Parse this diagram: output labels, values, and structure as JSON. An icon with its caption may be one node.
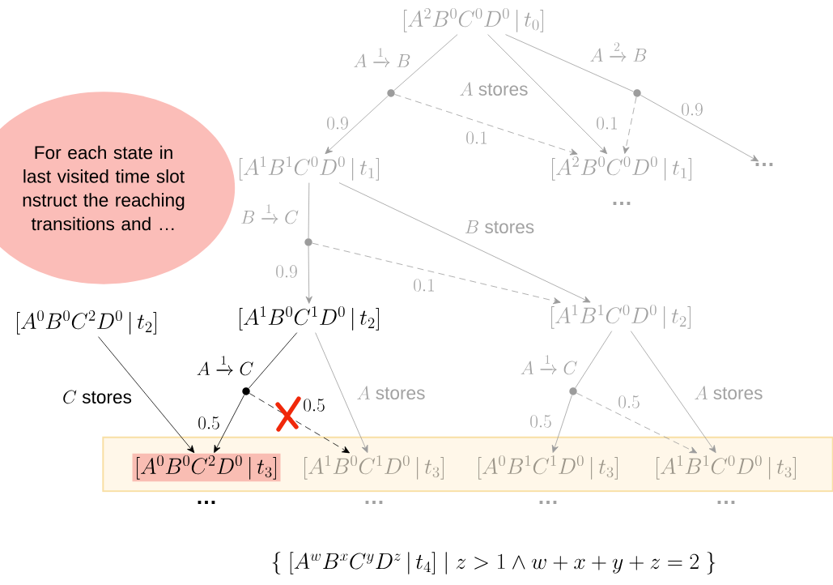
{
  "diagram": {
    "nodes": [
      {
        "text": [
          "For each state in last visited time slot nstruct the reaching transitions and …"
        ]
      },
      {
        "text": [
          "[A^2B^0C^0D^0\\,|\\,t_0]"
        ]
      },
      {
        "text": [],
        "shape": "circle"
      },
      {
        "text": [],
        "shape": "circle"
      },
      {
        "text": [
          "[A^1B^1C^0D^0\\,|\\,t_1]"
        ]
      },
      {
        "text": [
          "[A^2B^0C^0D^0\\,|\\,t_1]"
        ]
      },
      {
        "text": [
          "…"
        ]
      },
      {
        "text": [],
        "shape": "circle"
      },
      {
        "text": [
          "[A^0B^0C^2D^0\\,|\\,t_2]"
        ]
      },
      {
        "text": [
          "[A^1B^0C^1D^0\\,|\\,t_2]"
        ]
      },
      {
        "text": [
          "[A^1B^1C^0D^0\\,|\\,t_2]"
        ]
      },
      {
        "text": [],
        "shape": "circle"
      },
      {
        "text": [],
        "shape": "circle"
      },
      {
        "text": [],
        "shape": "box"
      },
      {
        "text": [
          "[A^0B^0C^2D^0\\,|\\,t_3]"
        ],
        "in": 13
      },
      {
        "text": [
          "[A^1B^0C^1D^0\\,|\\,t_3]"
        ],
        "in": 13
      },
      {
        "text": [
          "[A^0B^1C^1D^0\\,|\\,t_3]"
        ],
        "in": 13
      },
      {
        "text": [
          "[A^1B^1C^0D^0\\,|\\,t_3]"
        ],
        "in": 13
      }
    ],
    "edges": [
      {
        "from": 1,
        "to": 2,
        "arrow": "none",
        "label": "A\\xrightarrow{1}B"
      },
      {
        "from": 2,
        "to": 4,
        "arrow": "to",
        "label": "0.9"
      },
      {
        "from": 2,
        "to": 5,
        "arrow": "to",
        "label": "0.1",
        "style": "dashed"
      },
      {
        "from": 1,
        "to": 5,
        "arrow": "to",
        "label": "A\\text{ stores}"
      },
      {
        "from": 1,
        "to": 3,
        "arrow": "none",
        "label": "A\\xrightarrow{2}B"
      },
      {
        "from": 3,
        "to": 5,
        "arrow": "to",
        "label": "0.1",
        "style": "dashed"
      },
      {
        "from": 3,
        "to": 6,
        "arrow": "to",
        "label": "0.9"
      },
      {
        "from": 4,
        "to": 7,
        "arrow": "none",
        "label": "B\\xrightarrow{1}C"
      },
      {
        "from": 7,
        "to": 9,
        "arrow": "to",
        "label": "0.9"
      },
      {
        "from": 7,
        "to": 10,
        "arrow": "to",
        "label": "0.1",
        "style": "dashed"
      },
      {
        "from": 4,
        "to": 10,
        "arrow": "to",
        "label": "B\\text{ stores}"
      },
      {
        "from": 8,
        "to": 14,
        "arrow": "to",
        "label": "C\\text{ stores}",
        "color": "#000000"
      },
      {
        "from": 9,
        "to": 11,
        "arrow": "none",
        "label": "A\\xrightarrow{1}C",
        "color": "#000000"
      },
      {
        "from": 11,
        "to": 14,
        "arrow": "to",
        "label": "0.5",
        "color": "#000000"
      },
      {
        "from": 11,
        "to": 15,
        "arrow": "to",
        "label": "0.5",
        "style": "dashed",
        "color": "#000000"
      },
      {
        "from": 9,
        "to": 15,
        "arrow": "to",
        "label": "A\\text{ stores}"
      },
      {
        "from": 10,
        "to": 12,
        "arrow": "none",
        "label": "A\\xrightarrow{1}C"
      },
      {
        "from": 12,
        "to": 16,
        "arrow": "to",
        "label": "0.5"
      },
      {
        "from": 12,
        "to": 17,
        "arrow": "to",
        "label": "0.5",
        "style": "dashed"
      },
      {
        "from": 10,
        "to": 17,
        "arrow": "to",
        "label": "A\\text{ stores}"
      }
    ],
    "labels": [
      "…",
      "…",
      "…",
      "…",
      "…",
      "\\left\\{\\ [A^wB^xC^yD^z\\,|\\,t_4]\\ \\middle|\\ z>1\\wedge w+x+y+z=2\\ \\right\\}"
    ]
  }
}
